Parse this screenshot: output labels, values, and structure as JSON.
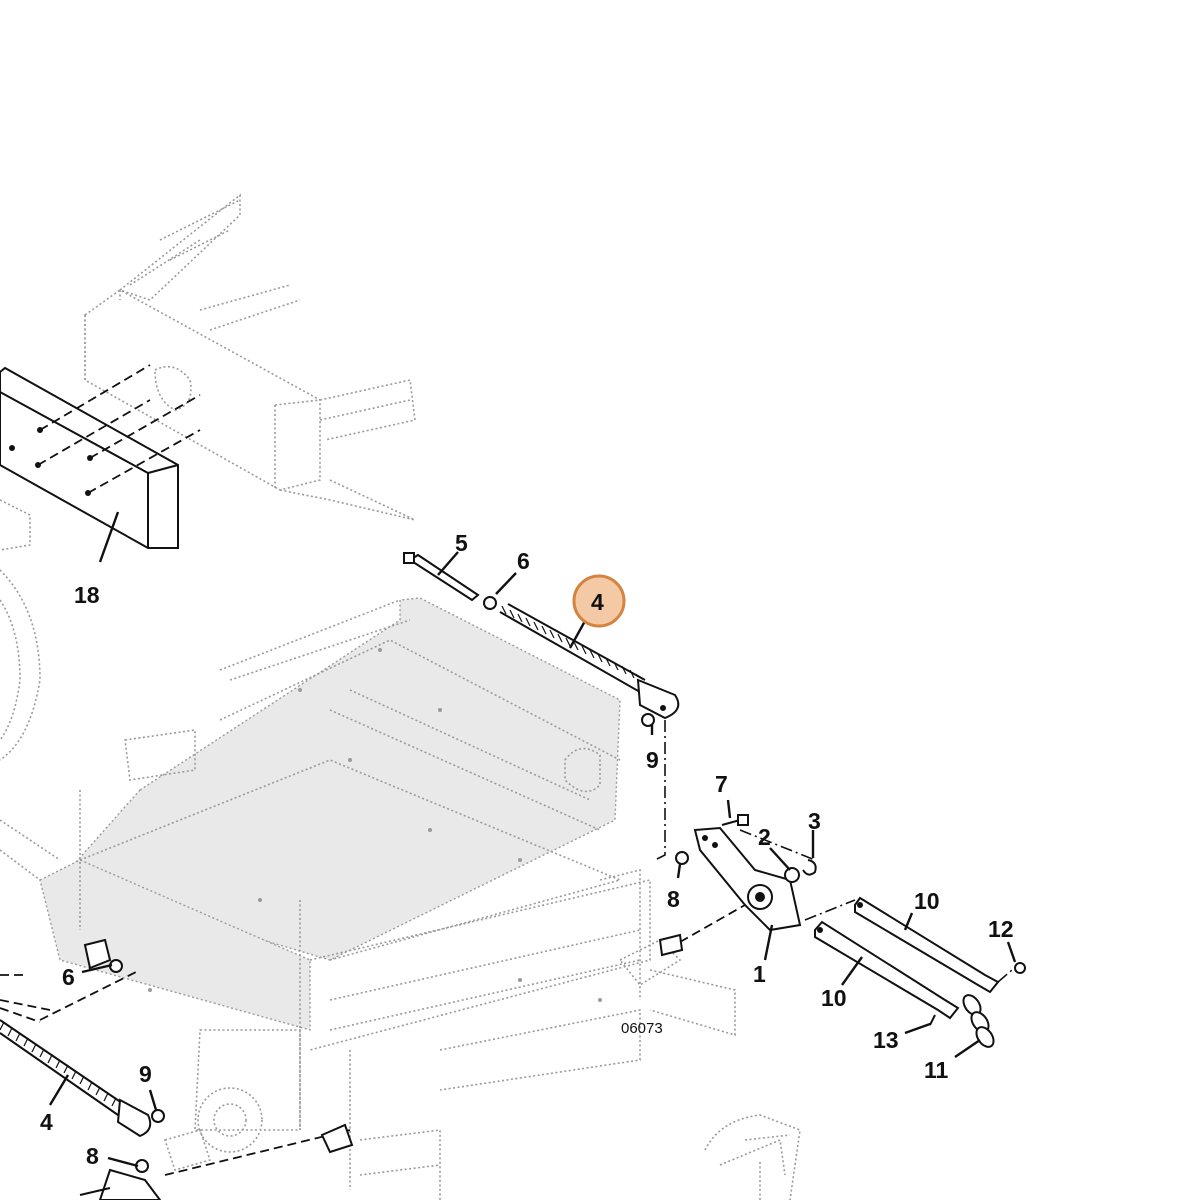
{
  "figure": {
    "id": "06073",
    "highlighted": "4"
  },
  "callouts": {
    "c18": "18",
    "c5": "5",
    "c6a": "6",
    "c4a": "4",
    "c9a": "9",
    "c7": "7",
    "c2": "2",
    "c3": "3",
    "c8a": "8",
    "c1": "1",
    "c10a": "10",
    "c10b": "10",
    "c12": "12",
    "c13": "13",
    "c11": "11",
    "c6b": "6",
    "c4b": "4",
    "c9b": "9",
    "c8b": "8"
  },
  "colors": {
    "highlight_fill": "#f3c9a6",
    "highlight_stroke": "#d4843f",
    "line": "#111111",
    "ghost_line": "#9a9a9a"
  }
}
